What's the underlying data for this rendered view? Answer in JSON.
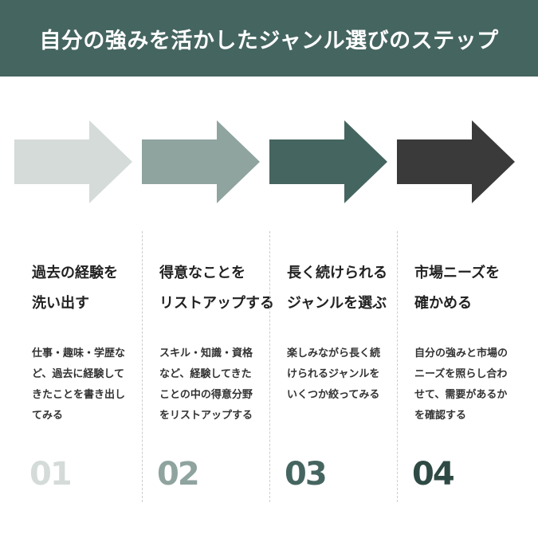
{
  "header": {
    "title": "自分の強みを活かしたジャンル選びのステップ",
    "color": "#456560"
  },
  "steps": [
    {
      "number": "01",
      "title_lines": [
        "過去の経験を",
        "洗い出す"
      ],
      "desc_lines": [
        "仕事・趣味・学歴な",
        "ど、過去に経験して",
        "きたことを書き出し",
        "てみる"
      ],
      "arrow_color": "#d4dbd9",
      "number_color": "#d4dbd9"
    },
    {
      "number": "02",
      "title_lines": [
        "得意なことを",
        "リストアップする"
      ],
      "desc_lines": [
        "スキル・知識・資格",
        "など、経験してきた",
        "ことの中の得意分野",
        "をリストアップする"
      ],
      "arrow_color": "#8fa39f",
      "number_color": "#8fa39f"
    },
    {
      "number": "03",
      "title_lines": [
        "長く続けられる",
        "ジャンルを選ぶ"
      ],
      "desc_lines": [
        "楽しみながら長く続",
        "けられるジャンルを",
        "いくつか絞ってみる"
      ],
      "arrow_color": "#456560",
      "number_color": "#456560"
    },
    {
      "number": "04",
      "title_lines": [
        "市場ニーズを",
        "確かめる"
      ],
      "desc_lines": [
        "自分の強みと市場の",
        "ニーズを照らし合わ",
        "せて、需要があるか",
        "を確認する"
      ],
      "arrow_color": "#3a3a3a",
      "number_color": "#2f4a44"
    }
  ]
}
